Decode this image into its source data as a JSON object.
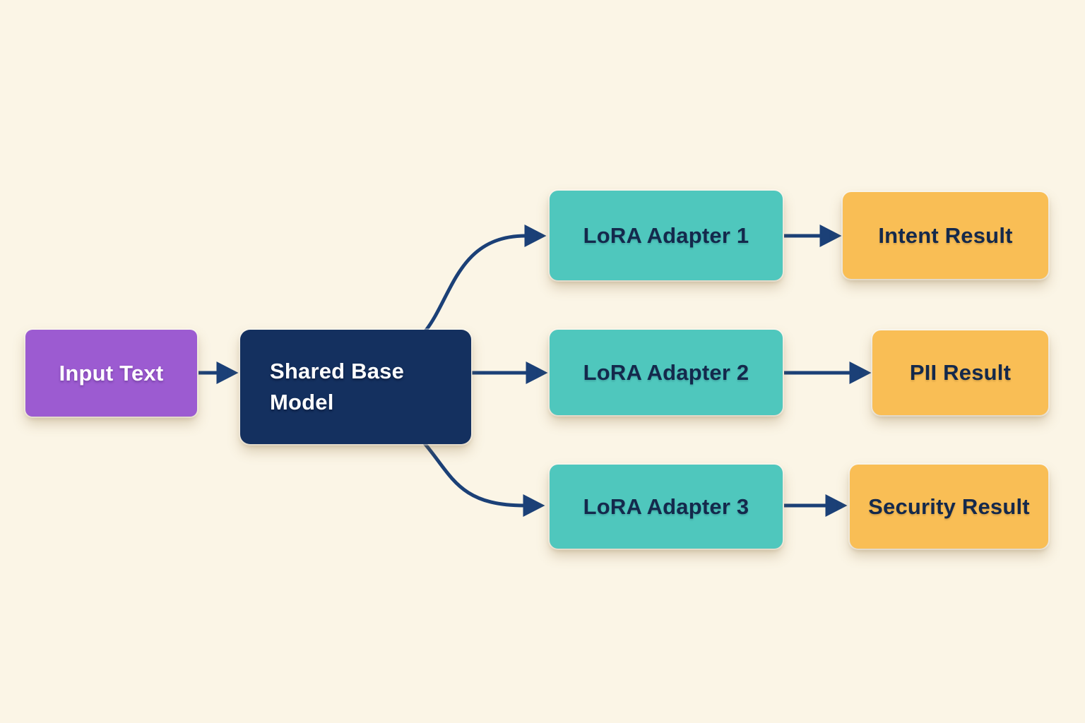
{
  "diagram": {
    "nodes": {
      "input": {
        "label": "Input Text",
        "type": "input",
        "color_role": "purple"
      },
      "base": {
        "label": "Shared Base Model",
        "type": "model",
        "color_role": "navy"
      },
      "adapter1": {
        "label": "LoRA Adapter 1",
        "type": "adapter",
        "color_role": "teal"
      },
      "adapter2": {
        "label": "LoRA Adapter 2",
        "type": "adapter",
        "color_role": "teal"
      },
      "adapter3": {
        "label": "LoRA Adapter 3",
        "type": "adapter",
        "color_role": "teal"
      },
      "result1": {
        "label": "Intent Result",
        "type": "result",
        "color_role": "yellow"
      },
      "result2": {
        "label": "PII Result",
        "type": "result",
        "color_role": "yellow"
      },
      "result3": {
        "label": "Security Result",
        "type": "result",
        "color_role": "yellow"
      }
    },
    "edges": [
      {
        "from": "input",
        "to": "base",
        "style": "straight"
      },
      {
        "from": "base",
        "to": "adapter1",
        "style": "curved-up"
      },
      {
        "from": "base",
        "to": "adapter2",
        "style": "straight"
      },
      {
        "from": "base",
        "to": "adapter3",
        "style": "curved-down"
      },
      {
        "from": "adapter1",
        "to": "result1",
        "style": "straight"
      },
      {
        "from": "adapter2",
        "to": "result2",
        "style": "straight"
      },
      {
        "from": "adapter3",
        "to": "result3",
        "style": "straight"
      }
    ]
  },
  "colors": {
    "background": "#FBF5E6",
    "purple": "#9C5BD1",
    "navy": "#14305F",
    "teal": "#4FC7BD",
    "yellow": "#F9BE55",
    "arrow": "#1B4077",
    "text_dark": "#14294C",
    "text_light": "#FFFFFF"
  }
}
